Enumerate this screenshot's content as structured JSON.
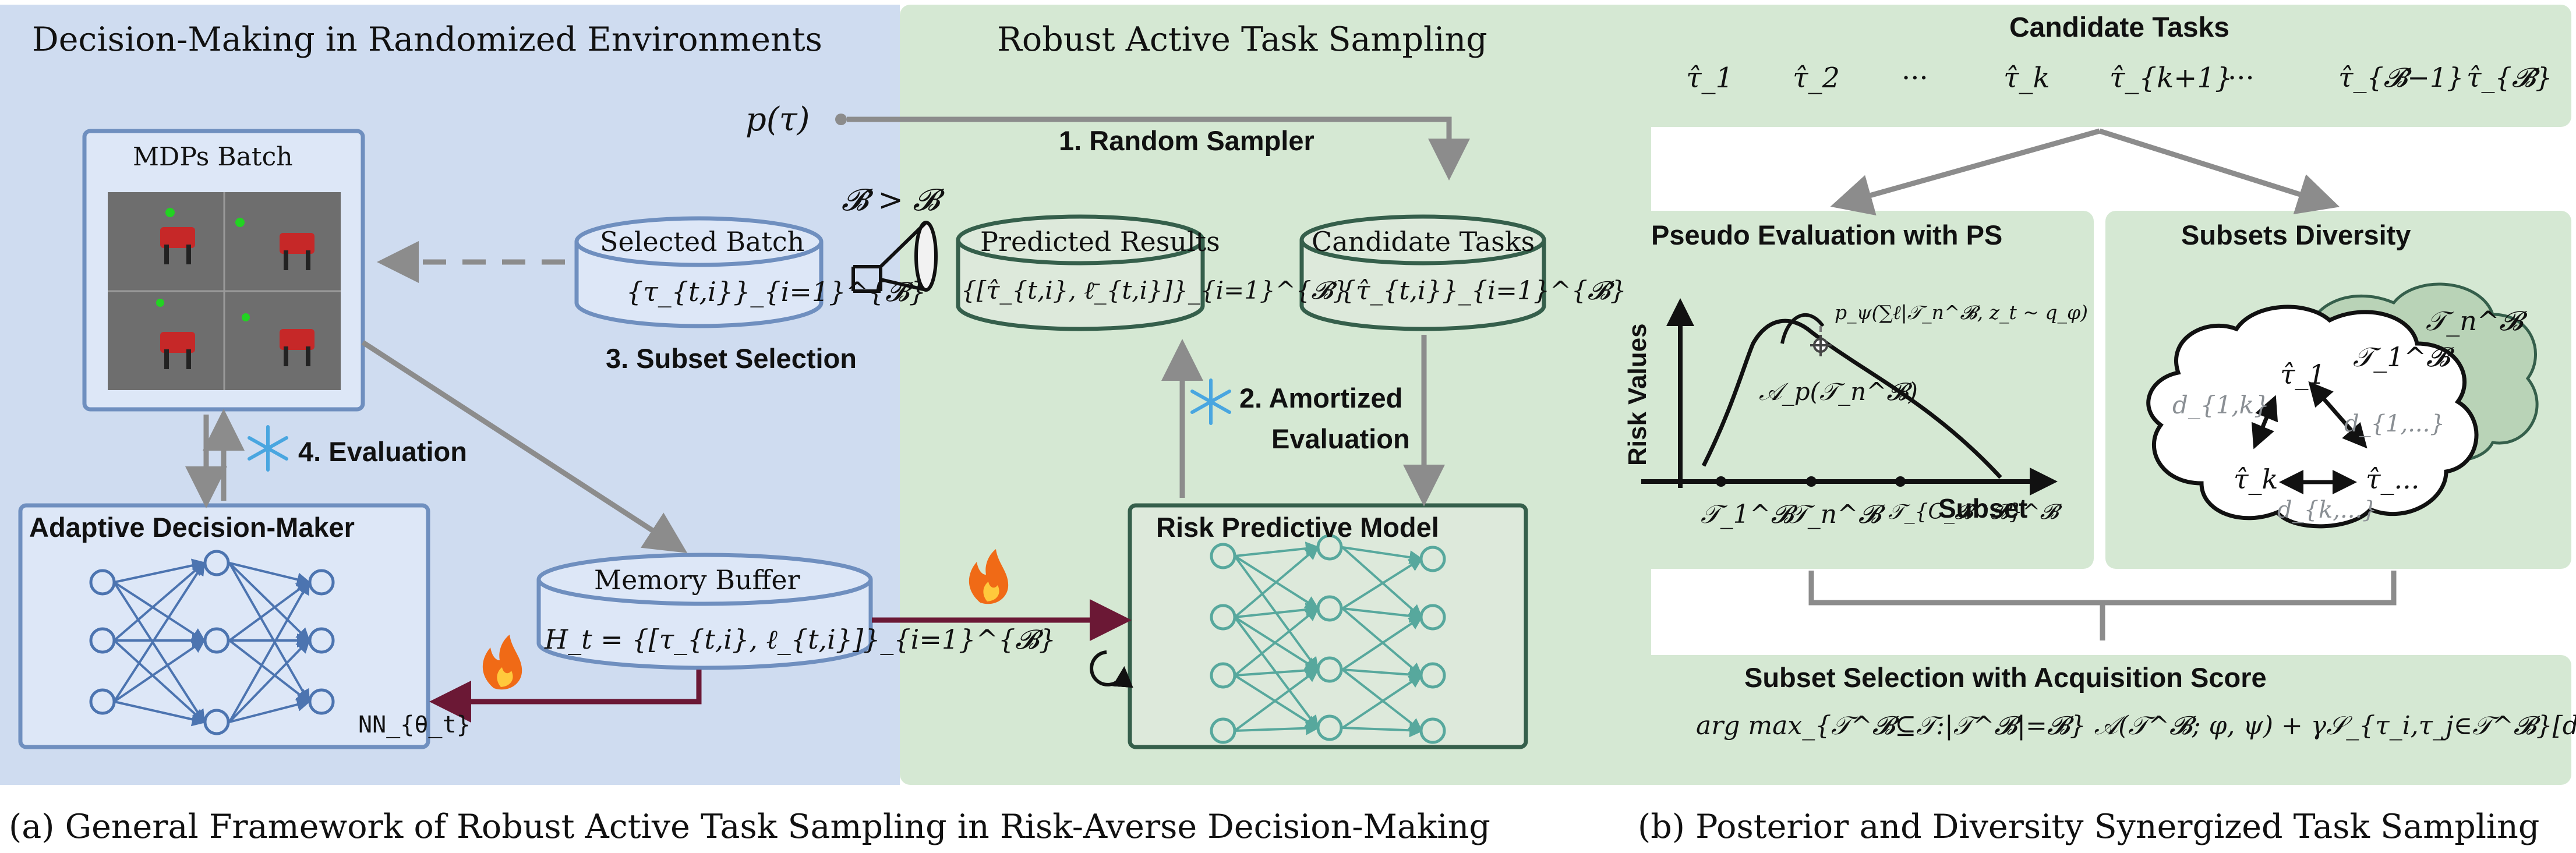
{
  "panel_a": {
    "left_title": "Decision-Making in Randomized Environments",
    "right_title": "Robust Active Task Sampling",
    "caption": "(a) General Framework of Robust Active Task Sampling in Risk-Averse Decision-Making",
    "p_tau": "p(τ)",
    "mdps_batch": "MDPs Batch",
    "selected_batch": {
      "title": "Selected Batch",
      "formula": "{τ_{t,i}}_{i=1}^{𝓑}"
    },
    "predicted_results": {
      "title": "Predicted Results",
      "formula": "{[τ̂_{t,i}, ℓ̄_{t,i}]}_{i=1}^{𝓑̂}"
    },
    "candidate_tasks": {
      "title": "Candidate Tasks",
      "formula": "{τ̂_{t,i}}_{i=1}^{𝓑̂}"
    },
    "memory_buffer": {
      "title": "Memory Buffer",
      "formula": "H_t = {[τ_{t,i}, ℓ_{t,i}]}_{i=1}^{𝓑}"
    },
    "adaptive_dm": "Adaptive Decision-Maker",
    "risk_model": "Risk Predictive Model",
    "nn_label": "NN_{θ_t}",
    "b_hat_gt_b": "𝓑̂ > 𝓑",
    "steps": {
      "s1": "1. Random Sampler",
      "s2a": "2. Amortized",
      "s2b": "Evaluation",
      "s3": "3. Subset Selection",
      "s4": "4. Evaluation"
    },
    "icons": [
      "snowflake-icon",
      "fire-icon",
      "funnel-icon",
      "refresh-icon"
    ]
  },
  "panel_b": {
    "caption": "(b) Posterior and Diversity Synergized Task Sampling",
    "candidate_title": "Candidate Tasks",
    "candidate_items": [
      "τ̂_1",
      "τ̂_2",
      "···",
      "τ̂_k",
      "τ̂_{k+1}",
      "···",
      "τ̂_{𝓑̂−1}",
      "τ̂_{𝓑̂}"
    ],
    "pseudo": {
      "title": "Pseudo Evaluation with PS",
      "y_label": "Risk Values",
      "x_label": "Subset",
      "curve_label": "p_ψ(∑ℓ|𝒯_n^𝓑, z_t ~ q_φ)",
      "peak_label": "𝒜_p(𝒯_n^𝓑)",
      "ticks": [
        "𝒯_1^𝓑",
        "𝒯_n^𝓑",
        "𝒯_{C_𝓑̂^𝓑}^𝓑"
      ]
    },
    "diversity": {
      "title": "Subsets Diversity",
      "back_label": "𝒯_n^𝓑",
      "front_label": "𝒯_1^𝓑",
      "nodes": [
        "τ̂_1",
        "τ̂_k",
        "τ̂_..."
      ],
      "edges": [
        "d_{1,k}",
        "d_{1,...}",
        "d_{k,...}"
      ]
    },
    "selection": {
      "title": "Subset Selection with Acquisition Score",
      "formula": "arg max_{𝒯^𝓑⊆𝒯:|𝒯^𝓑|=𝓑} 𝒜(𝒯^𝓑; φ, ψ) + γ𝒮_{τ_i,τ_j∈𝒯^𝓑}[d(τ_i, τ_j)]"
    }
  },
  "colors": {
    "blue_panel": "#cfdcf0",
    "green_panel": "#d5e8d3",
    "blue_stroke": "#6f8fbf",
    "green_stroke": "#355f4b",
    "arrow_gray": "#8c8c8c",
    "arrow_maroon": "#6b1835",
    "nn_blue": "#4c74b0",
    "nn_teal": "#57a89d"
  }
}
